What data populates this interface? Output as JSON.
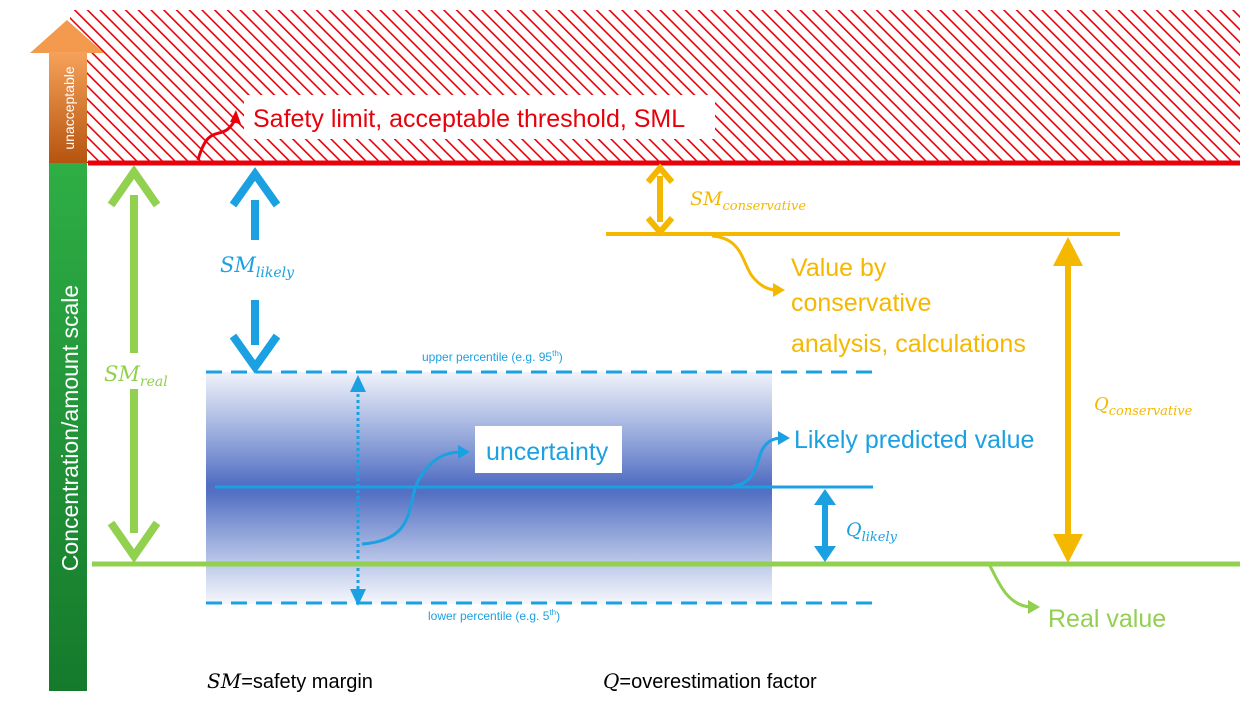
{
  "limit": {
    "label": "Safety limit, acceptable threshold, SML"
  },
  "axis": {
    "label": "Concentration/amount scale",
    "top_label": "unacceptable"
  },
  "margins": {
    "real": {
      "main": "SM",
      "sub": "real"
    },
    "likely": {
      "main": "SM",
      "sub": "likely"
    },
    "conservative": {
      "main": "SM",
      "sub": "conservative"
    }
  },
  "factors": {
    "likely": {
      "main": "Q",
      "sub": "likely"
    },
    "conservative": {
      "main": "Q",
      "sub": "conservative"
    }
  },
  "conservative_value": {
    "lines": [
      "Value by",
      "conservative",
      "analysis, calculations"
    ]
  },
  "uncertainty": {
    "label": "uncertainty",
    "upper": {
      "text": "upper percentile (e.g. 95",
      "sup": "th",
      "close": ")"
    },
    "lower": {
      "text": "lower percentile (e.g. 5",
      "sup": "th",
      "close": ")"
    }
  },
  "likely_value": {
    "label": "Likely predicted value"
  },
  "real_value": {
    "label": "Real value"
  },
  "legend": {
    "sm": {
      "symbol": "SM",
      "text": "=safety margin"
    },
    "q": {
      "symbol": "Q",
      "text": "=overestimation factor"
    }
  },
  "colors": {
    "red": "#e8000b",
    "green": "#92d050",
    "blue": "#1ba1e2",
    "orange": "#f5b800",
    "axis_green": "#1e9a3a",
    "axis_orange": "#e0761e"
  }
}
